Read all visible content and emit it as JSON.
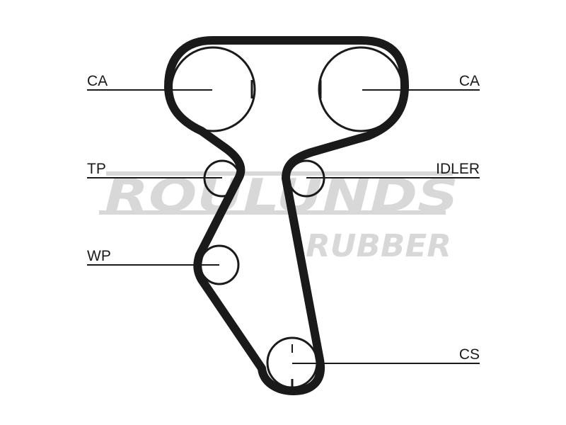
{
  "watermark": {
    "brand": "ROULUNDS",
    "sub": "RUBBER"
  },
  "labels": {
    "ca_left": "CA",
    "ca_right": "CA",
    "tp": "TP",
    "idler": "IDLER",
    "wp": "WP",
    "cs": "CS"
  },
  "colors": {
    "belt": "#1a1a1a",
    "line": "#1a1a1a",
    "watermark": "#d8d8d8"
  }
}
